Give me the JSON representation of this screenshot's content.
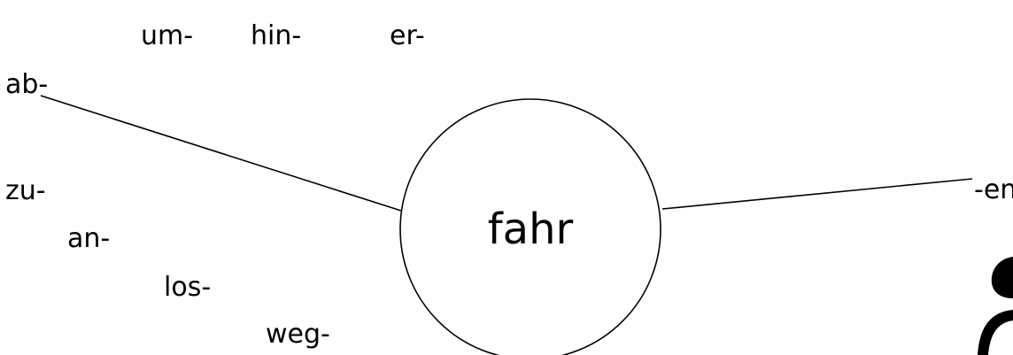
{
  "diagram": {
    "stem": "fahr",
    "prefixes": [
      "um-",
      "hin-",
      "er-",
      "ab-",
      "zu-",
      "an-",
      "los-",
      "weg-"
    ],
    "suffixes": [
      "-en"
    ]
  }
}
